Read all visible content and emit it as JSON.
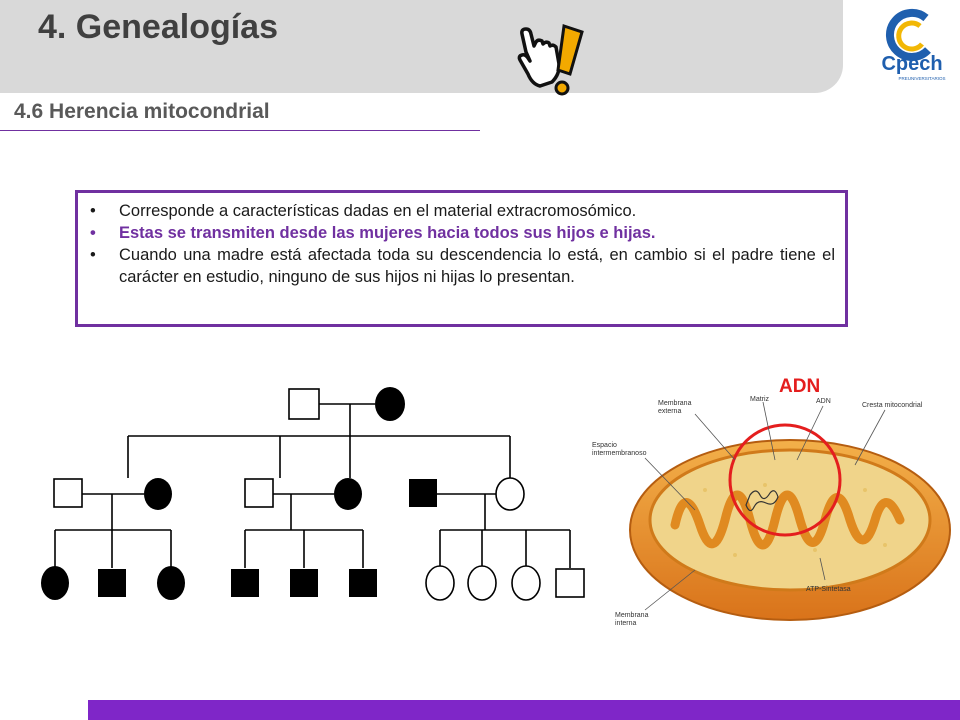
{
  "slide": {
    "title": "4. Genealogías",
    "subtitle": "4.6 Herencia mitocondrial"
  },
  "logo": {
    "text": "Cpech",
    "tagline": "PREUNIVERSITARIOS",
    "icon": "cpech-logo"
  },
  "hand_icon": "pointing-hand-exclamation-icon",
  "bullets": [
    {
      "text": "Corresponde a características dadas en el material extracromosómico.",
      "highlight": false
    },
    {
      "text": "Estas se transmiten desde las mujeres hacia todos sus hijos e hijas.",
      "highlight": true
    },
    {
      "text": "Cuando una madre está afectada toda su descendencia lo está, en cambio si el padre tiene el carácter en estudio, ninguno de sus hijos ni hijas lo presentan.",
      "highlight": false
    }
  ],
  "diagram": {
    "adn_label": "ADN",
    "labels": {
      "matriz": "Matriz",
      "adn": "ADN",
      "cresta": "Cresta mitocondrial",
      "membrana_externa": "Membrana externa",
      "espacio": "Espacio intermembranoso",
      "atp": "ATP-Sintetasa",
      "membrana_interna": "Membrana interna"
    }
  },
  "colors": {
    "accent": "#7030a0",
    "footer": "#7f26c8",
    "highlight_circle": "#e41e1e",
    "mito_outer": "#e8921c"
  }
}
